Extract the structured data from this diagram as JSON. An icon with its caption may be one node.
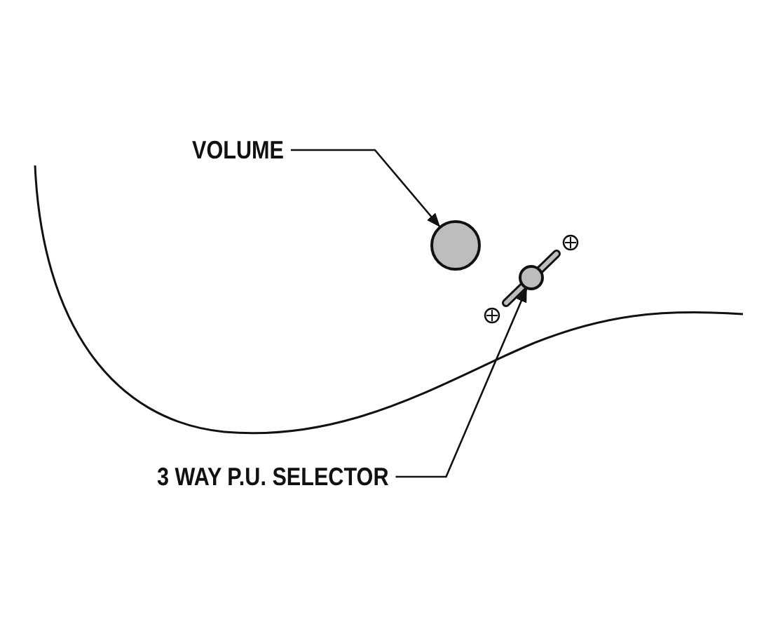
{
  "diagram": {
    "nodes": [
      {
        "text": [
          "VOLUME"
        ]
      },
      {
        "text": [],
        "shape": "circle"
      },
      {
        "text": [
          "3 WAY P.U. SELECTOR"
        ]
      },
      {
        "text": [],
        "shape": "circle"
      }
    ],
    "edges": [
      {
        "from": 0,
        "to": 1,
        "arrow": "to"
      },
      {
        "from": 2,
        "to": 3,
        "arrow": "to"
      }
    ]
  }
}
